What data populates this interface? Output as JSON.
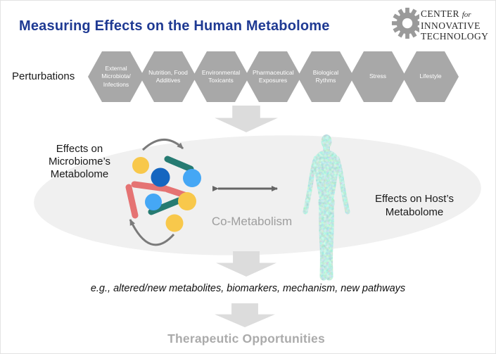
{
  "header": {
    "title": "Measuring Effects on the Human Metabolome",
    "logo": {
      "center": "CENTER",
      "for": "for",
      "innovative": "INNOVATIVE",
      "technology": "TECHNOLOGY"
    }
  },
  "perturbations": {
    "label": "Perturbations",
    "hexagons": [
      {
        "label": "External Microbiota/ Infections"
      },
      {
        "label": "Nutrition, Food Additives"
      },
      {
        "label": "Environmental Toxicants"
      },
      {
        "label": "Pharmaceutical Exposures"
      },
      {
        "label": "Biological Rythms"
      },
      {
        "label": "Stress"
      },
      {
        "label": "Lifestyle"
      }
    ]
  },
  "co_metabolism": {
    "microbiome_label": "Effects on Microbiome’s Metabolome",
    "host_label": "Effects on Host’s Metabolome",
    "center_label": "Co-Metabolism"
  },
  "outputs": {
    "examples_text": "e.g., altered/new metabolites, biomarkers, mechanism, new pathways",
    "therapeutic_label": "Therapeutic Opportunities"
  },
  "colors": {
    "title_blue": "#1f3a93",
    "hexagon_gray": "#a8a8a8",
    "hexagon_text": "#ffffff",
    "block_arrow_gray": "#dcdcdc",
    "ellipse_gray": "#f0f0f0",
    "co_metabolism_text": "#9e9e9e",
    "therapeutic_text": "#ababab",
    "cycle_arrow_gray": "#7a7a7a",
    "bidirectional_arrow_gray": "#666666",
    "metabolite_yellow": "#f8c84b",
    "metabolite_dark_blue": "#1566c0",
    "metabolite_light_blue": "#45a7f5",
    "metabolite_teal": "#267b72",
    "metabolite_salmon": "#e57373",
    "human_figure_teal": "#7fc4b6",
    "logo_gray": "#9a9a9a"
  }
}
